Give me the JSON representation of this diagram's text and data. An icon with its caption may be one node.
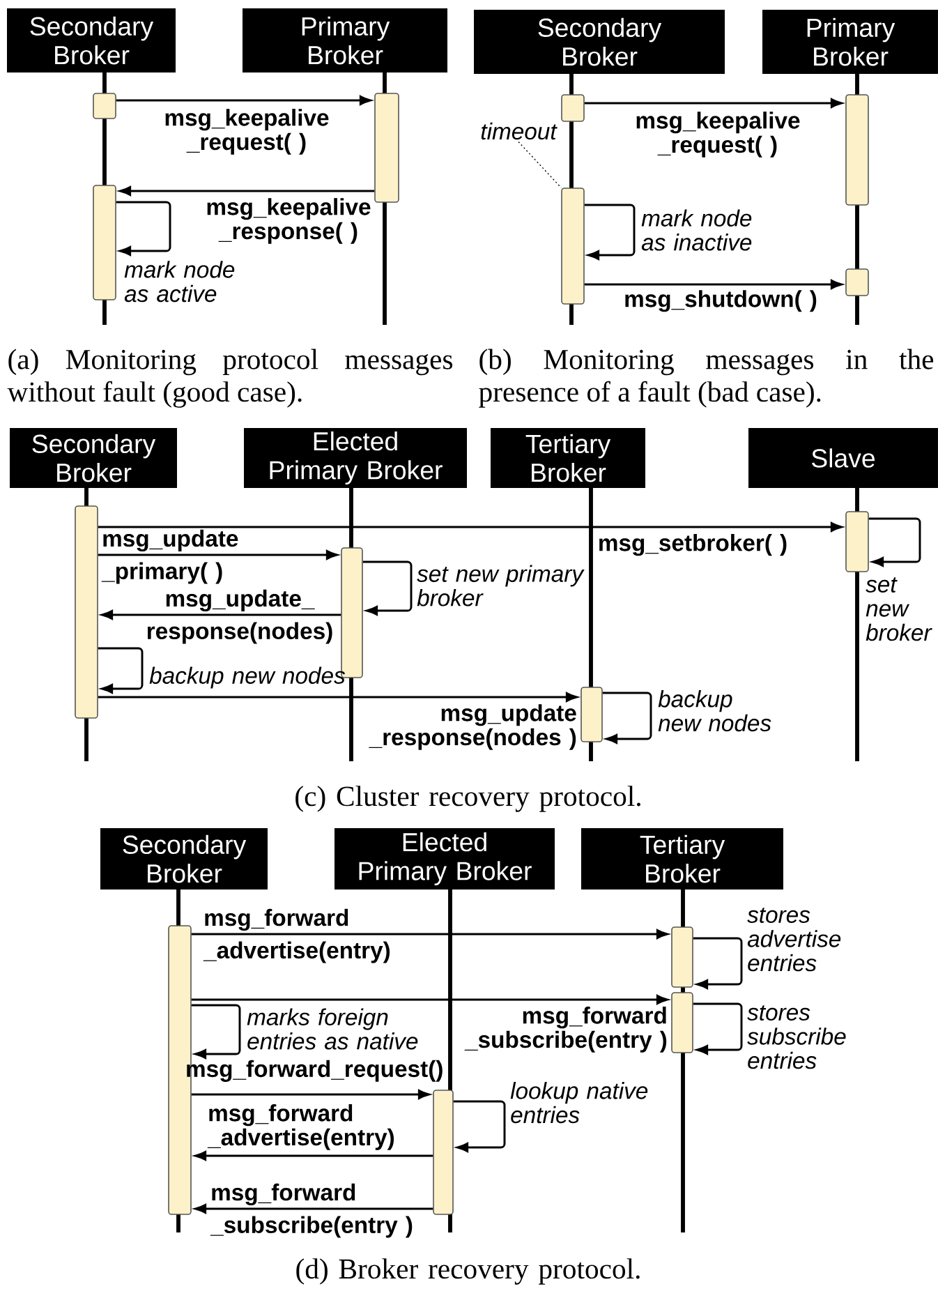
{
  "diagram": {
    "nodes": [
      {
        "text": [
          "Secondary Broker"
        ]
      },
      {
        "text": [
          "Primary Broker"
        ]
      },
      {
        "text": [],
        "shape": "bar"
      },
      {
        "text": [],
        "shape": "bar"
      },
      {
        "text": [],
        "shape": "bar"
      },
      {
        "text": [
          "Secondary Broker"
        ]
      },
      {
        "text": [
          "Primary Broker"
        ]
      },
      {
        "text": [],
        "shape": "bar"
      },
      {
        "text": [],
        "shape": "bar"
      },
      {
        "text": [
          "timeout"
        ]
      },
      {
        "text": [],
        "shape": "bar"
      },
      {
        "text": [],
        "shape": "bar"
      },
      {
        "text": [
          "Secondary Broker"
        ]
      },
      {
        "text": [
          "Elected Primary Broker"
        ]
      },
      {
        "text": [
          "Tertiary Broker"
        ]
      },
      {
        "text": [
          "Slave"
        ]
      },
      {
        "text": [],
        "shape": "bar"
      },
      {
        "text": [],
        "shape": "bar"
      },
      {
        "text": [],
        "shape": "bar"
      },
      {
        "text": [],
        "shape": "bar"
      },
      {
        "text": [
          "Secondary Broker"
        ]
      },
      {
        "text": [
          "Elected Primary Broker"
        ]
      },
      {
        "text": [
          "Tertiary Broker"
        ]
      },
      {
        "text": [],
        "shape": "bar"
      },
      {
        "text": [],
        "shape": "bar"
      },
      {
        "text": [],
        "shape": "bar"
      },
      {
        "text": [],
        "shape": "bar"
      }
    ],
    "edges": [
      {
        "from": 2,
        "to": 3,
        "arrow": "to",
        "label": "msg_keepalive _request( )"
      },
      {
        "from": 3,
        "to": 4,
        "arrow": "to",
        "label": "msg_keepalive _response( )"
      },
      {
        "from": 4,
        "to": 4,
        "arrow": "to",
        "label": "mark node as active"
      },
      {
        "from": 7,
        "to": 8,
        "arrow": "to",
        "label": "msg_keepalive _request( )"
      },
      {
        "from": 9,
        "to": 10,
        "arrow": "none",
        "style": "dashed"
      },
      {
        "from": 10,
        "to": 10,
        "arrow": "to",
        "label": "mark node as inactive"
      },
      {
        "from": 10,
        "to": 11,
        "arrow": "to",
        "label": "msg_shutdown( )"
      },
      {
        "from": 16,
        "to": 17,
        "arrow": "to",
        "label": "msg_setbroker( )"
      },
      {
        "from": 17,
        "to": 17,
        "arrow": "to",
        "label": "set new broker"
      },
      {
        "from": 16,
        "to": 18,
        "arrow": "to",
        "label": "msg_update _primary( )"
      },
      {
        "from": 18,
        "to": 18,
        "arrow": "to",
        "label": "set new primary broker"
      },
      {
        "from": 18,
        "to": 16,
        "arrow": "to",
        "label": "msg_update_ response(nodes)"
      },
      {
        "from": 16,
        "to": 16,
        "arrow": "to",
        "label": "backup new nodes"
      },
      {
        "from": 16,
        "to": 19,
        "arrow": "to",
        "label": "msg_update _response(nodes )"
      },
      {
        "from": 19,
        "to": 19,
        "arrow": "to",
        "label": "backup new nodes"
      },
      {
        "from": 23,
        "to": 24,
        "arrow": "to",
        "label": "msg_forward _advertise(entry)"
      },
      {
        "from": 24,
        "to": 24,
        "arrow": "to",
        "label": "stores advertise entries"
      },
      {
        "from": 23,
        "to": 25,
        "arrow": "to",
        "label": "msg_forward _subscribe(entry )"
      },
      {
        "from": 25,
        "to": 25,
        "arrow": "to",
        "label": "stores subscribe entries"
      },
      {
        "from": 23,
        "to": 23,
        "arrow": "to",
        "label": "marks foreign entries as native"
      },
      {
        "from": 23,
        "to": 26,
        "arrow": "to",
        "label": "msg_forward_request()"
      },
      {
        "from": 26,
        "to": 26,
        "arrow": "to",
        "label": "lookup native entries"
      },
      {
        "from": 26,
        "to": 23,
        "arrow": "to",
        "label": "msg_forward _advertise(entry)"
      },
      {
        "from": 26,
        "to": 23,
        "arrow": "to",
        "label": "msg_forward _subscribe(entry )"
      }
    ],
    "labels": [
      "(a) Monitoring protocol messages without fault (good case).",
      "(b) Monitoring messages in the presence of a fault (bad case).",
      "(c) Cluster recovery protocol.",
      "(d) Broker recovery protocol."
    ]
  }
}
